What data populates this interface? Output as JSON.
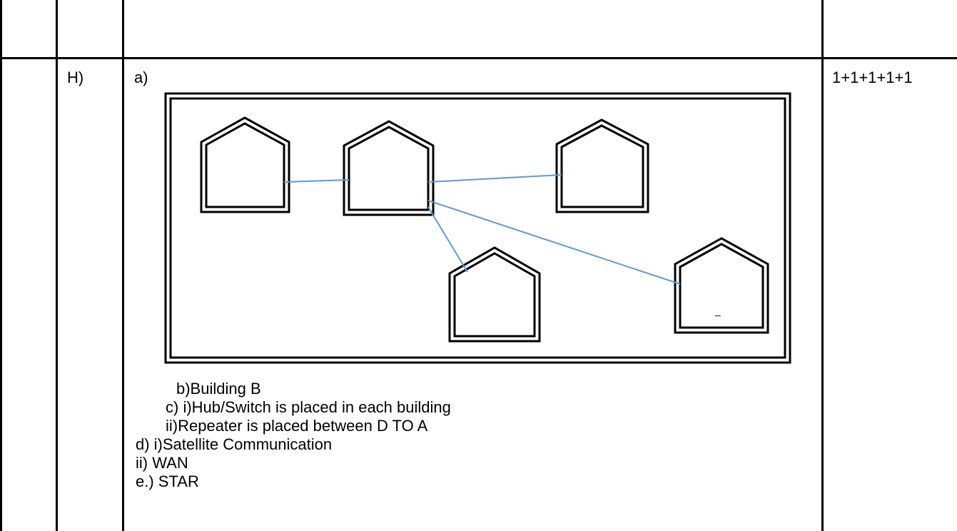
{
  "table": {
    "row_label": "H)",
    "part_label": "a)",
    "marks": "1+1+1+1+1"
  },
  "diagram": {
    "extra_mark": "–"
  },
  "answers": {
    "b": "b)Building B",
    "c1": "c) i)Hub/Switch is placed in each building",
    "c2": "ii)Repeater is placed between D TO A",
    "d1": "d) i)Satellite Communication",
    "d2": "ii) WAN",
    "e": "e.) STAR"
  },
  "colors": {
    "border": "#000000",
    "link": "#5b9bd5"
  }
}
